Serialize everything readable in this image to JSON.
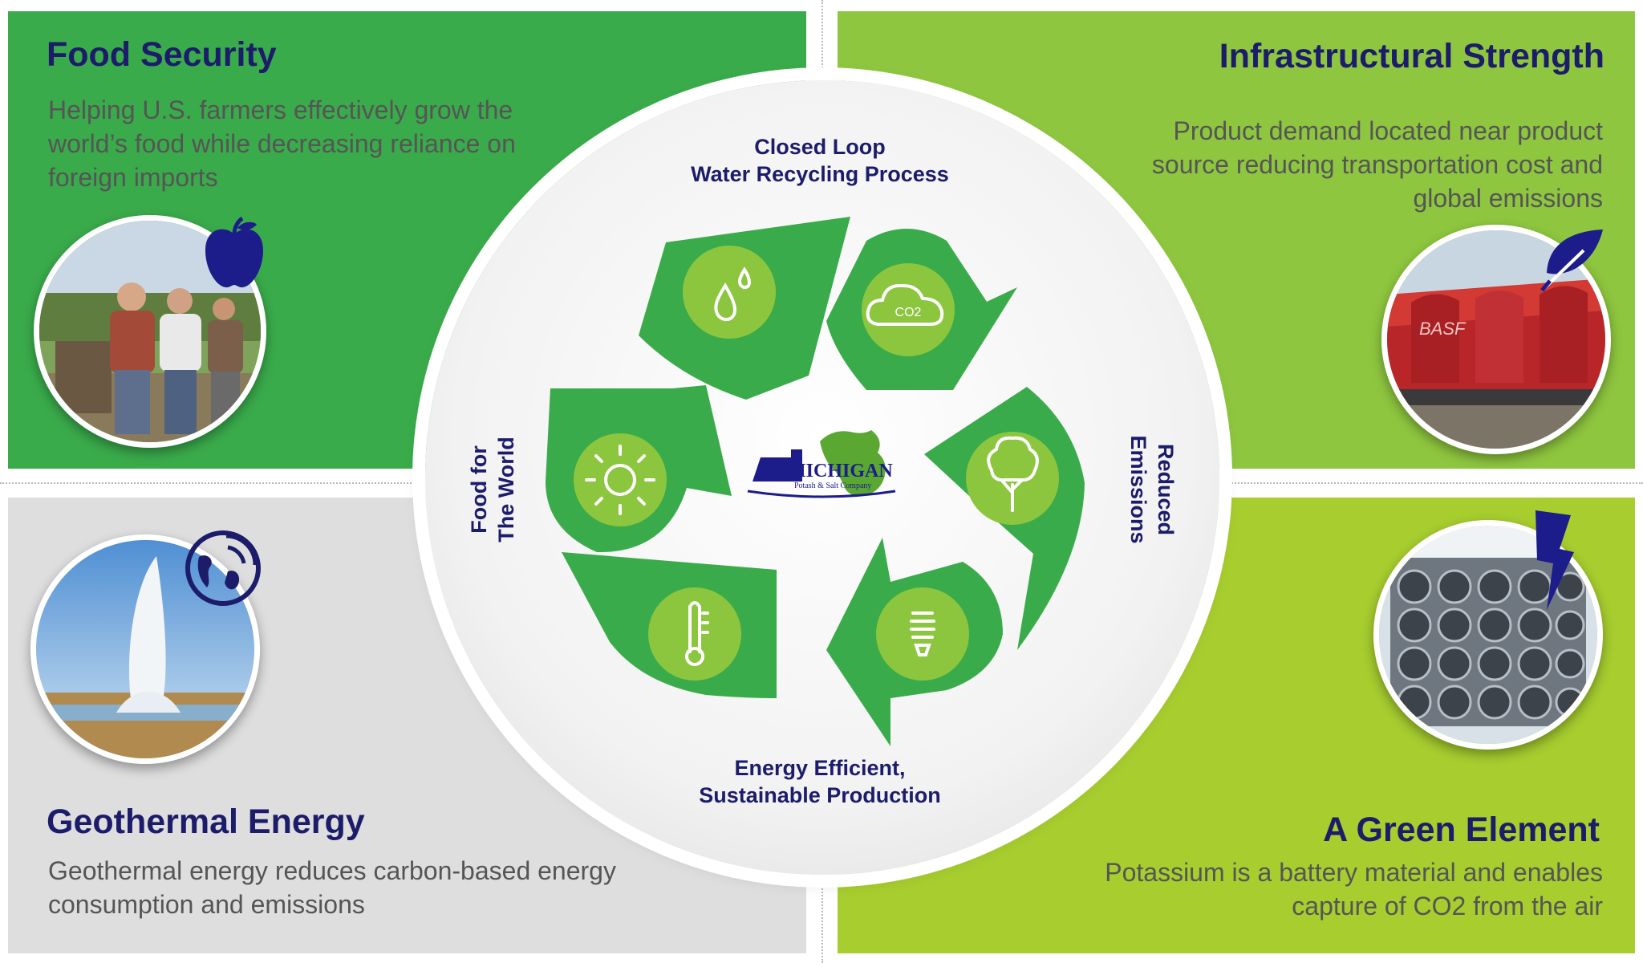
{
  "colors": {
    "dark_green": "#3aab4b",
    "light_green": "#8ec63f",
    "lime": "#a7cd2f",
    "grey": "#dedede",
    "navy": "#1c1c6b"
  },
  "food_security": {
    "title": "Food Security",
    "description": "Helping U.S. farmers effectively grow the world’s food while decreasing reliance on foreign imports",
    "icon": "apple-icon"
  },
  "infrastructural_strength": {
    "title": "Infrastructural Strength",
    "description": "Product demand located near product source reducing transportation cost and global emissions",
    "icon": "leaf-icon"
  },
  "geothermal_energy": {
    "title": "Geothermal Energy",
    "description": "Geothermal energy reduces carbon-based energy consumption and emissions",
    "icon": "globe-signal-icon"
  },
  "green_element": {
    "title": "A Green Element",
    "description": "Potassium is a battery material and enables capture of CO2 from the air",
    "icon": "lightning-icon"
  },
  "cycle": {
    "top_label_1": "Closed Loop",
    "top_label_2": "Water Recycling Process",
    "right_label_1": "Reduced",
    "right_label_2": "Emissions",
    "bottom_label_1": "Energy Efficient,",
    "bottom_label_2": "Sustainable Production",
    "left_label_1": "Food for",
    "left_label_2": "The World",
    "co2_text": "CO2",
    "icons": [
      "water-drops-icon",
      "co2-cloud-icon",
      "tree-icon",
      "light-bulb-icon",
      "thermometer-icon",
      "sun-icon"
    ]
  },
  "logo": {
    "name": "MICHIGAN",
    "subtitle": "Potash & Salt Company"
  }
}
